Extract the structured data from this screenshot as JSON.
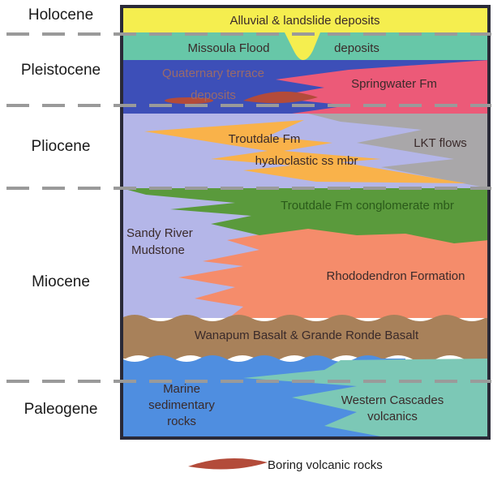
{
  "epochs": {
    "holocene": "Holocene",
    "pleistocene": "Pleistocene",
    "pliocene": "Pliocene",
    "miocene": "Miocene",
    "paleogene": "Paleogene"
  },
  "units": {
    "alluvial": "Alluvial & landslide deposits",
    "missoula_left": "Missoula Flood",
    "missoula_right": "deposits",
    "quaternary_1": "Quaternary terrace",
    "quaternary_2": "deposits",
    "springwater": "Springwater Fm",
    "troutdale": "Troutdale Fm",
    "hyaloclastic": "hyaloclastic ss mbr",
    "lkt": "LKT flows",
    "conglomerate": "Troutdale Fm conglomerate mbr",
    "sandy_1": "Sandy River",
    "sandy_2": "Mudstone",
    "rhododendron": "Rhododendron Formation",
    "wanapum": "Wanapum Basalt & Grande Ronde Basalt",
    "marine_1": "Marine",
    "marine_2": "sedimentary",
    "marine_3": "rocks",
    "western_1": "Western Cascades",
    "western_2": "volcanics"
  },
  "legend": {
    "boring": "Boring volcanic rocks"
  },
  "colors": {
    "alluvial": "#f5ee4f",
    "missoula": "#67c7a8",
    "quaternary": "#3d4fb8",
    "springwater": "#ec5a78",
    "boring": "#b34b3a",
    "pliocene_bg": "#b4b6e8",
    "troutdale": "#f9b24a",
    "lkt": "#a9a7a9",
    "conglomerate": "#5a9a3c",
    "sandy": "#b4b6e8",
    "rhododendron": "#f58c6b",
    "wanapum": "#a8815a",
    "marine": "#4f8ee0",
    "western": "#7cc8b6",
    "frame": "#2a2a38",
    "dash": "#9a9a9a"
  }
}
